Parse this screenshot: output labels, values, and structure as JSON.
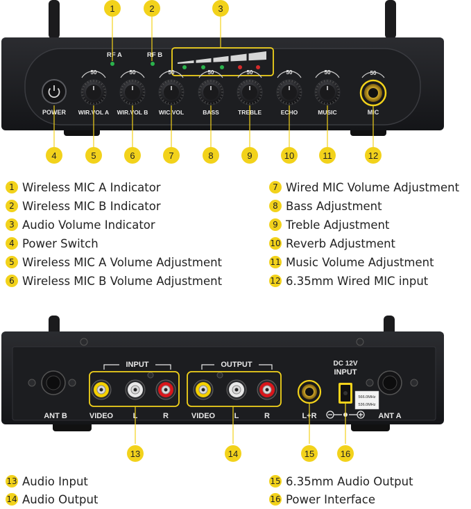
{
  "callouts": [
    "1",
    "2",
    "3",
    "4",
    "5",
    "6",
    "7",
    "8",
    "9",
    "10",
    "11",
    "12",
    "13",
    "14",
    "15",
    "16"
  ],
  "front_panel": {
    "rf_a_label": "RF A",
    "rf_b_label": "RF B",
    "knob_scale": "50",
    "power_label": "POWER",
    "knob_labels": [
      "WIR.VOL A",
      "WIR.VOL B",
      "WIC.VOL",
      "BASS",
      "TREBLE",
      "ECHO",
      "MUSIC"
    ],
    "mic_label": "MIC"
  },
  "legend_top": [
    {
      "num": "1",
      "text": "Wireless MIC A Indicator"
    },
    {
      "num": "2",
      "text": "Wireless MIC B Indicator"
    },
    {
      "num": "3",
      "text": "Audio Volume Indicator"
    },
    {
      "num": "4",
      "text": "Power Switch"
    },
    {
      "num": "5",
      "text": "Wireless MIC A Volume Adjustment"
    },
    {
      "num": "6",
      "text": "Wireless MIC B Volume Adjustment"
    },
    {
      "num": "7",
      "text": "Wired MIC Volume Adjustment"
    },
    {
      "num": "8",
      "text": "Bass Adjustment"
    },
    {
      "num": "9",
      "text": "Treble Adjustment"
    },
    {
      "num": "10",
      "text": "Reverb Adjustment"
    },
    {
      "num": "11",
      "text": "Music Volume Adjustment"
    },
    {
      "num": "12",
      "text": "6.35mm Wired MIC input"
    }
  ],
  "rear_panel": {
    "input_label": "INPUT",
    "output_label": "OUTPUT",
    "dc_label": "DC 12V",
    "dc_input_label": "INPUT",
    "ant_b": "ANT B",
    "ant_a": "ANT A",
    "video": "VIDEO",
    "l": "L",
    "r": "R",
    "lr": "L+R",
    "freq_1": "566.0MHz",
    "freq_2": "536.0MHz"
  },
  "legend_bottom": [
    {
      "num": "13",
      "text": "Audio Input"
    },
    {
      "num": "14",
      "text": "Audio Output"
    },
    {
      "num": "15",
      "text": "6.35mm Audio Output"
    },
    {
      "num": "16",
      "text": "Power Interface"
    }
  ],
  "colors": {
    "accent": "#f2d21b",
    "panel": "#1e1f22",
    "led_green": "#2bb24c",
    "led_red": "#d62b2b",
    "rca_yellow": "#f4d000",
    "rca_white": "#e8e8e8",
    "rca_red": "#d8161b"
  }
}
